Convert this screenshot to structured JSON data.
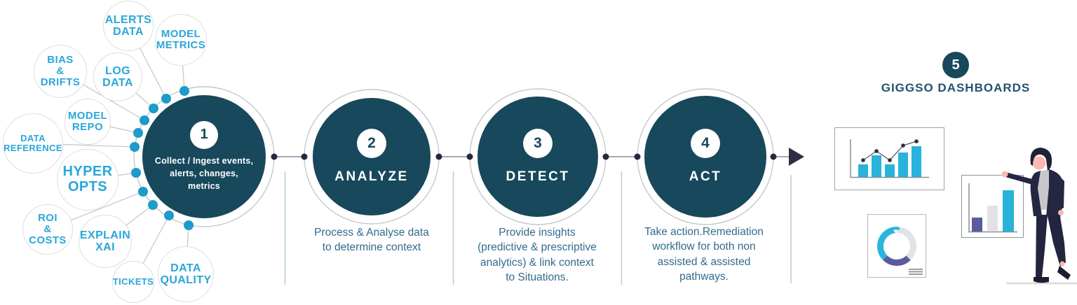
{
  "title": "Giggso workflow diagram",
  "colors": {
    "circle_fill": "#17485c",
    "bubble_text": "#2aa7d8",
    "rim_dot": "#1d9bc9",
    "caption_text": "#336a8e",
    "heading_text": "#24536f",
    "cyan_bar": "#29b3da",
    "purple_segment": "#5a5b9e",
    "light_gray_segment": "#e2e2e8"
  },
  "satellites": [
    {
      "label": "ALERTS\nDATA"
    },
    {
      "label": "MODEL\nMETRICS"
    },
    {
      "label": "BIAS\n&\nDRIFTS"
    },
    {
      "label": "LOG\nDATA"
    },
    {
      "label": "MODEL\nREPO"
    },
    {
      "label": "DATA\nREFERENCE"
    },
    {
      "label": "HYPER\nOPTS"
    },
    {
      "label": "ROI\n&\nCOSTS"
    },
    {
      "label": "EXPLAIN\nXAI"
    },
    {
      "label": "TICKETS"
    },
    {
      "label": "DATA\nQUALITY"
    }
  ],
  "steps": {
    "step1": {
      "number": "1",
      "text": "Collect / Ingest events,\nalerts, changes,\nmetrics"
    },
    "step2": {
      "number": "2",
      "title": "ANALYZE",
      "caption": "Process & Analyse data\nto determine context"
    },
    "step3": {
      "number": "3",
      "title": "DETECT",
      "caption": "Provide insights\n(predictive & prescriptive\nanalytics) & link context\nto Situations."
    },
    "step4": {
      "number": "4",
      "title": "ACT",
      "caption": "Take action.Remediation\nworkflow for both non\nassisted & assisted\npathways."
    },
    "step5": {
      "number": "5",
      "title": "GIGGSO DASHBOARDS"
    }
  },
  "illustrations": {
    "bar_line_chart": {
      "type": "bar+line",
      "bars_rel_height": [
        18,
        31,
        18,
        35,
        44
      ],
      "line_points_rel": [
        46,
        33,
        46,
        25,
        19
      ]
    },
    "donut_chart": {
      "segments": [
        {
          "name": "gray",
          "fraction": 0.375
        },
        {
          "name": "purple",
          "fraction": 0.25
        },
        {
          "name": "cyan",
          "fraction": 0.375
        }
      ]
    },
    "presentation_bar_chart": {
      "bars_rel_height": [
        21,
        38,
        60
      ],
      "bar_colors": [
        "purple",
        "gray",
        "cyan"
      ]
    },
    "person": "person-leaning-on-chart"
  }
}
